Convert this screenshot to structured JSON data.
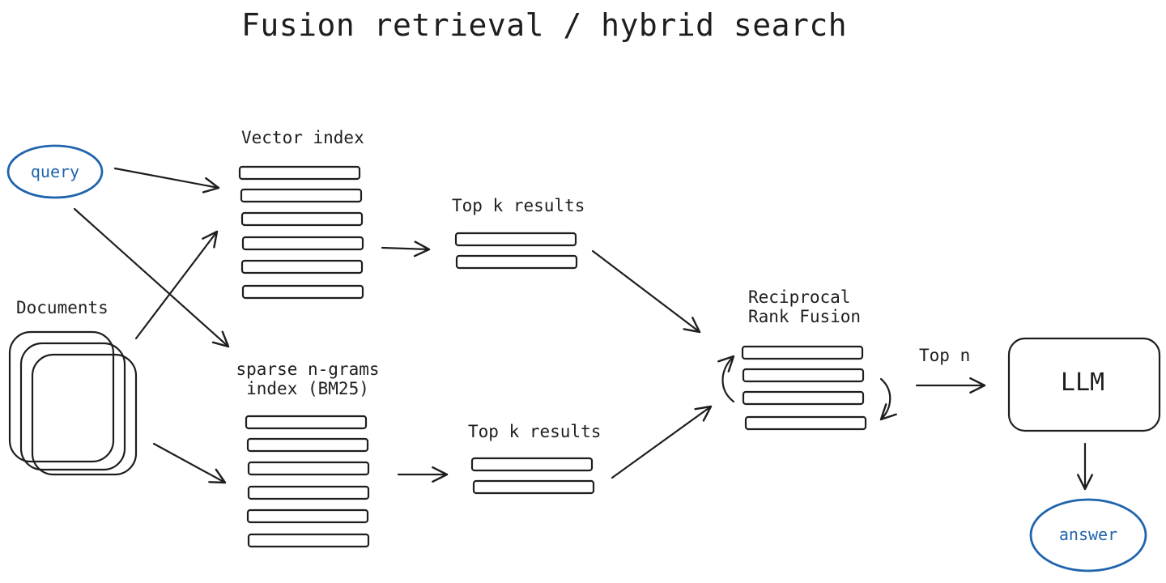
{
  "title": "Fusion retrieval / hybrid search",
  "nodes": {
    "query": "query",
    "documents": "Documents",
    "vector_index": "Vector index",
    "sparse_index": "sparse n-grams\nindex (BM25)",
    "top_k_vector": "Top k results",
    "top_k_sparse": "Top k results",
    "rrf": "Reciprocal\nRank Fusion",
    "llm": "LLM",
    "answer": "answer"
  },
  "edges": {
    "top_n": "Top n"
  },
  "colors": {
    "ink": "#1e1e1e",
    "accent_blue": "#1f64ad",
    "background": "#ffffff"
  }
}
